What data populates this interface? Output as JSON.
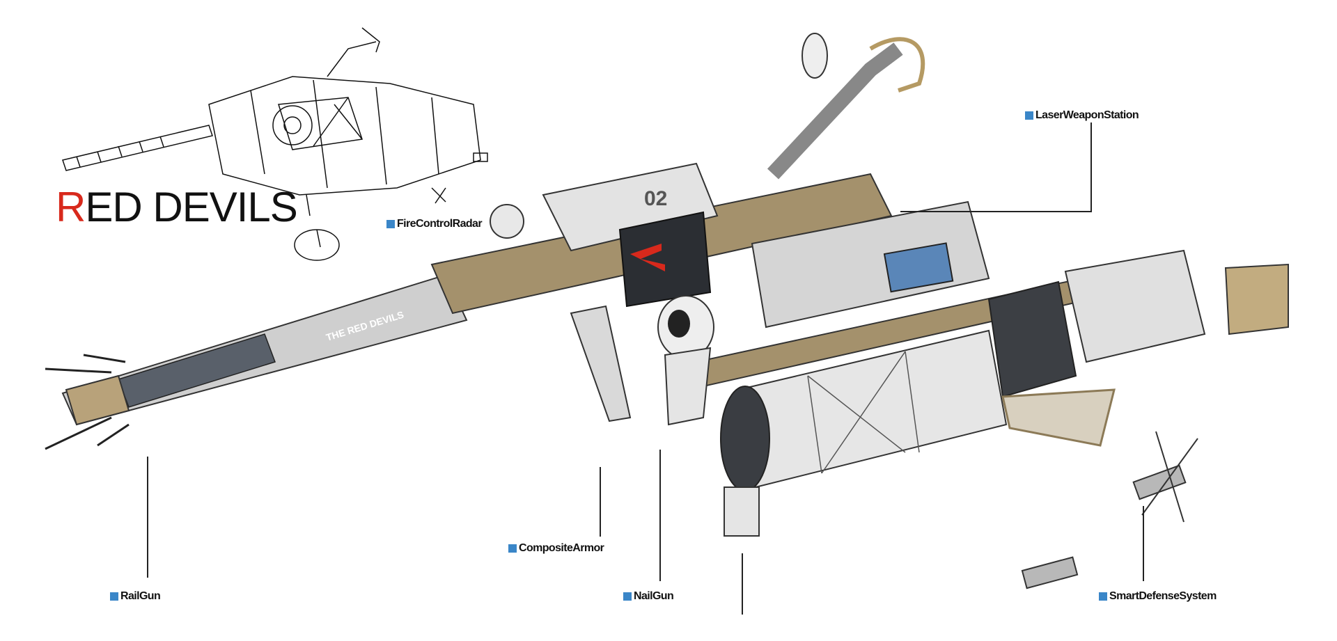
{
  "title": {
    "first_letter": "R",
    "rest": "ED DEVILS"
  },
  "hull_marking": "02",
  "barrel_marking": "THE RED DEVILS",
  "labels": {
    "fire_control_radar": "FireControlRadar",
    "laser_weapon_station": "LaserWeaponStation",
    "rail_gun": "RailGun",
    "composite_armor": "CompositeArmor",
    "nail_gun": "NailGun",
    "smart_defense_system": "SmartDefenseSystem"
  },
  "colors": {
    "accent_red": "#d8291c",
    "label_marker": "#3a86c8",
    "hull_gray": "#d9d9d9",
    "frame_tan": "#9c8a66"
  }
}
